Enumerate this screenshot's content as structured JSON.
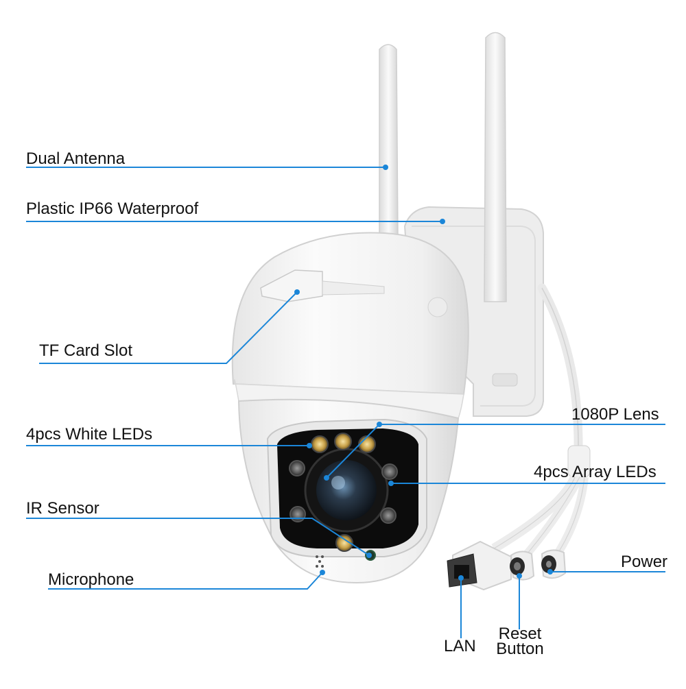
{
  "accent_color": "#1b86d8",
  "product": "dual-antenna PTZ security camera",
  "labels": {
    "dual_antenna": "Dual Antenna",
    "plastic_waterproof": "Plastic IP66 Waterproof",
    "tf_card_slot": "TF Card Slot",
    "white_leds": "4pcs White LEDs",
    "ir_sensor": "IR Sensor",
    "microphone": "Microphone",
    "lens": "1080P Lens",
    "array_leds": "4pcs Array LEDs",
    "power": "Power",
    "lan": "LAN",
    "reset_line1": "Reset",
    "reset_line2": "Button"
  }
}
